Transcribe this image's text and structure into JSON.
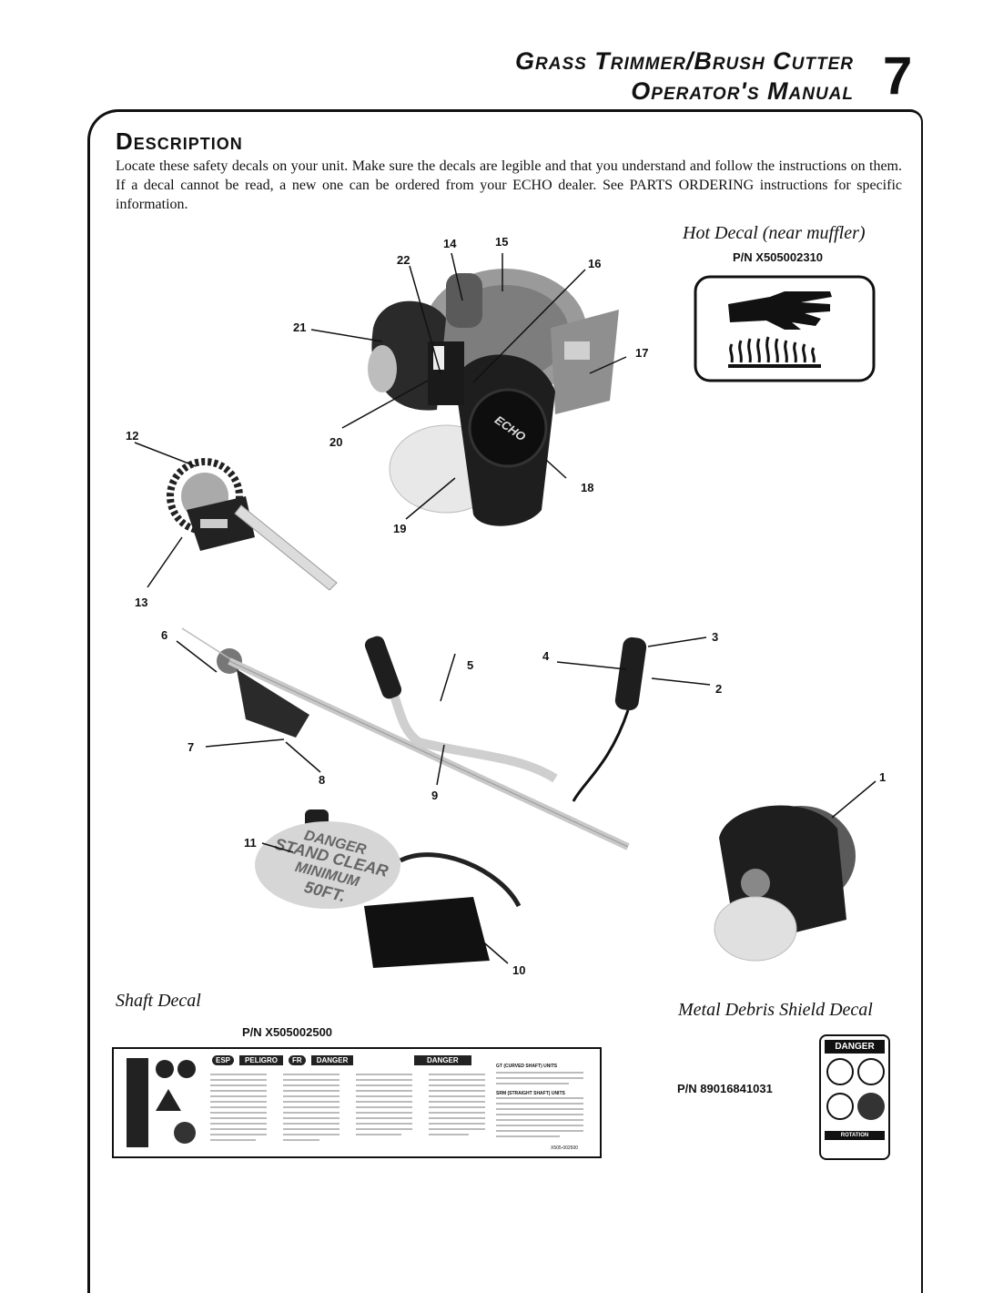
{
  "header": {
    "title_line1": "Grass Trimmer/Brush Cutter",
    "title_line2": "Operator's Manual",
    "page_number": "7"
  },
  "section": {
    "title": "Description",
    "intro": "Locate these safety decals on your unit.  Make sure the decals are legible and that you understand and follow the instructions on them.  If a decal cannot be read, a new one can be ordered from your ECHO dealer.  See PARTS ORDERING instructions for specific information."
  },
  "hot_decal": {
    "title": "Hot Decal (near muffler)",
    "part_number": "P/N X505002310"
  },
  "shaft_decal": {
    "title": "Shaft Decal",
    "part_number": "P/N X505002500",
    "tags": [
      "ESP",
      "PELIGRO",
      "FR",
      "DANGER",
      "DANGER"
    ],
    "model_heads": [
      "GT (CURVED SHAFT) UNITS",
      "SRM (STRAIGHT SHAFT) UNITS"
    ],
    "code": "X505-002500"
  },
  "shield_decal": {
    "title": "Metal Debris Shield Decal",
    "part_number": "P/N 89016841031",
    "danger": "DANGER",
    "rotation": "ROTATION"
  },
  "engine_logo": "ECHO",
  "harness_warning": [
    "DANGER",
    "STAND CLEAR",
    "MINIMUM",
    "50FT."
  ],
  "callouts": {
    "c1": "1",
    "c2": "2",
    "c3": "3",
    "c4": "4",
    "c5": "5",
    "c6": "6",
    "c7": "7",
    "c8": "8",
    "c9": "9",
    "c10": "10",
    "c11": "11",
    "c12": "12",
    "c13": "13",
    "c14": "14",
    "c15": "15",
    "c16": "16",
    "c17": "17",
    "c18": "18",
    "c19": "19",
    "c20": "20",
    "c21": "21",
    "c22": "22"
  }
}
